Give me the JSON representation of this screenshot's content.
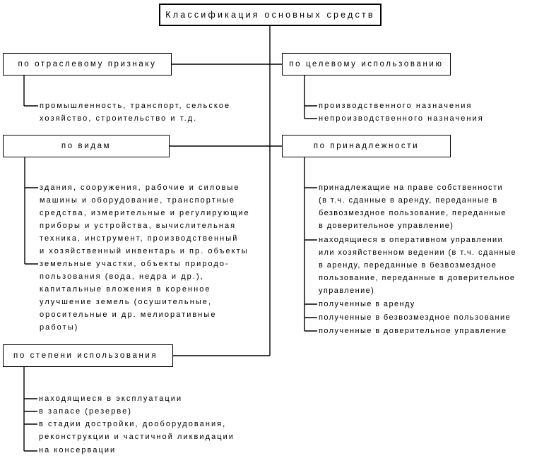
{
  "title": "Классификация основных средств",
  "groups": {
    "industry": {
      "label": "по отраслевому признаку",
      "lines": [
        "промышленность, транспорт, сельское",
        "хозяйство, строительство и т.д."
      ]
    },
    "purpose": {
      "label": "по целевому использованию",
      "lines": [
        "производственного назначения",
        "непроизводственного назначения"
      ]
    },
    "types": {
      "label": "по видам",
      "lines": [
        "здания, сооружения, рабочие и силовые",
        "машины и оборудование, транспортные",
        "средства, измерительные и регулирующие",
        "приборы и устройства, вычислительная",
        "техника, инструмент, производственный",
        "и хозяйственный инвентарь и пр. объекты",
        "земельные участки, объекты природо-",
        "пользования (вода, недра и др.),",
        "капитальные вложения в коренное",
        "улучшение земель (осушительные,",
        "оросительные и др. мелиоративные",
        "работы)"
      ]
    },
    "ownership": {
      "label": "по принадлежности",
      "lines": [
        "принадлежащие на праве собственности",
        "(в т.ч. сданные в аренду, переданные в",
        "безвозмездное пользование, переданные",
        "в доверительное управление)",
        "находящиеся в оперативном управлении",
        "или хозяйственном ведении (в т.ч. сданные",
        "в аренду, переданные в безвозмездное",
        "пользование, переданные в доверительное",
        "управление)",
        "полученные в аренду",
        "полученные в безвозмездное пользование",
        "полученные в доверительное управление"
      ]
    },
    "usage": {
      "label": "по степени использования",
      "lines": [
        "находящиеся в эксплуатации",
        "в запасе (резерве)",
        "в стадии достройки, дооборудования,",
        "реконструкции и частичной ликвидации",
        "на консервации"
      ]
    }
  }
}
